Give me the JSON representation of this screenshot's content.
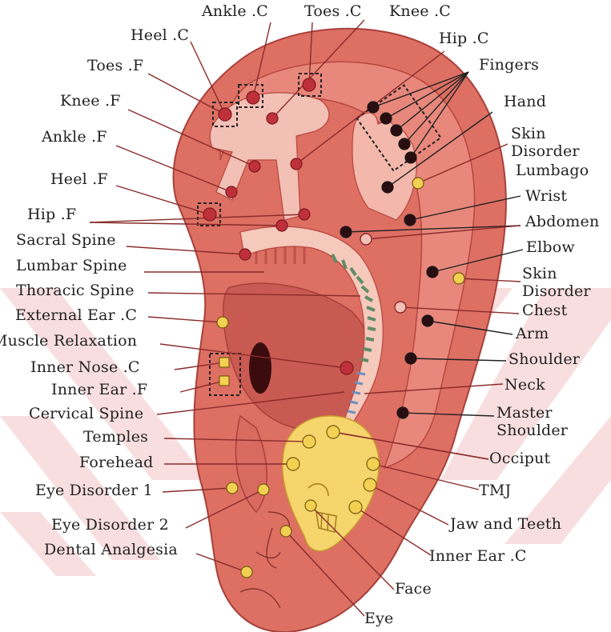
{
  "colors": {
    "ear_fill": "#dd6f63",
    "ear_edge": "#b8473f",
    "inner_fill": "#e8877b",
    "foot_fill": "#f3c0b5",
    "spine_fill": "#f6c9bd",
    "skull_fill": "#f5d56c",
    "dark_point": "#2a0d10",
    "red_point": "#c0303a",
    "yellow_point": "#f2d052",
    "watermark": "#f3c9cc"
  },
  "labels": {
    "ankle_c": "Ankle .C",
    "toes_c": "Toes .C",
    "knee_c": "Knee .C",
    "heel_c": "Heel .C",
    "hip_c": "Hip .C",
    "toes_f": "Toes .F",
    "fingers": "Fingers",
    "knee_f": "Knee .F",
    "hand": "Hand",
    "skin_disorder_top": "Skin Disorder",
    "ankle_f": "Ankle .F",
    "lumbago": "Lumbago",
    "heel_f": "Heel .F",
    "wrist": "Wrist",
    "hip_f": "Hip .F",
    "abdomen": "Abdomen",
    "sacral_spine": "Sacral Spine",
    "elbow": "Elbow",
    "lumbar_spine": "Lumbar Spine",
    "skin_disorder_mid": "Skin Disorder",
    "thoracic_spine": "Thoracic Spine",
    "chest": "Chest",
    "external_ear_c": "External Ear .C",
    "arm": "Arm",
    "muscle_relaxation": "Muscle Relaxation",
    "shoulder": "Shoulder",
    "inner_nose_c": "Inner Nose .C",
    "neck": "Neck",
    "inner_ear_f": "Inner Ear .F",
    "master_shoulder": "Master Shoulder",
    "cervical_spine": "Cervical Spine",
    "temples": "Temples",
    "occiput": "Occiput",
    "forehead": "Forehead",
    "tmj": "TMJ",
    "eye_disorder_1": "Eye Disorder 1",
    "jaw_and_teeth": "Jaw and Teeth",
    "eye_disorder_2": "Eye Disorder 2",
    "inner_ear_c": "Inner Ear .C",
    "dental_analgesia": "Dental Analgesia",
    "face": "Face",
    "eye": "Eye"
  }
}
